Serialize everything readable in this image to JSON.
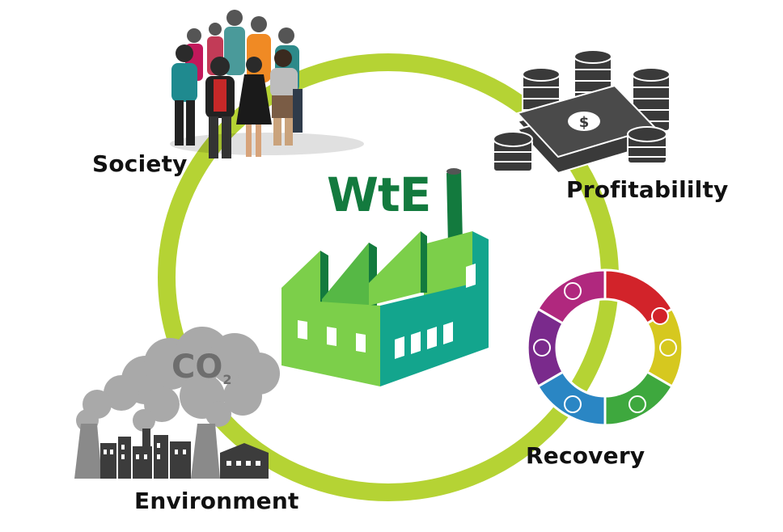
{
  "center": {
    "title": "WtE"
  },
  "labels": {
    "society": "Society",
    "profitability": "Profitabililty",
    "recovery": "Recovery",
    "environment": "Environment"
  },
  "environment": {
    "co2_main": "CO",
    "co2_sub": "2"
  },
  "colors": {
    "ring": "#b5d334",
    "title": "#137a3e",
    "factory_light": "#7ccf4a",
    "factory_teal": "#13a58d",
    "smoke": "#a9a9a9",
    "city": "#3c3c3c",
    "coin": "#3a3a3a",
    "puzzle_red": "#d2232a",
    "puzzle_yellow": "#d6c81f",
    "puzzle_green": "#3ea83e",
    "puzzle_blue": "#2a86c4",
    "puzzle_purple": "#7a2a8c",
    "puzzle_magenta": "#b0287e"
  },
  "icons": {
    "society": "people-group-icon",
    "profitability": "money-stack-icon",
    "recovery": "puzzle-ring-icon",
    "environment": "polluting-city-icon",
    "center": "factory-icon"
  }
}
